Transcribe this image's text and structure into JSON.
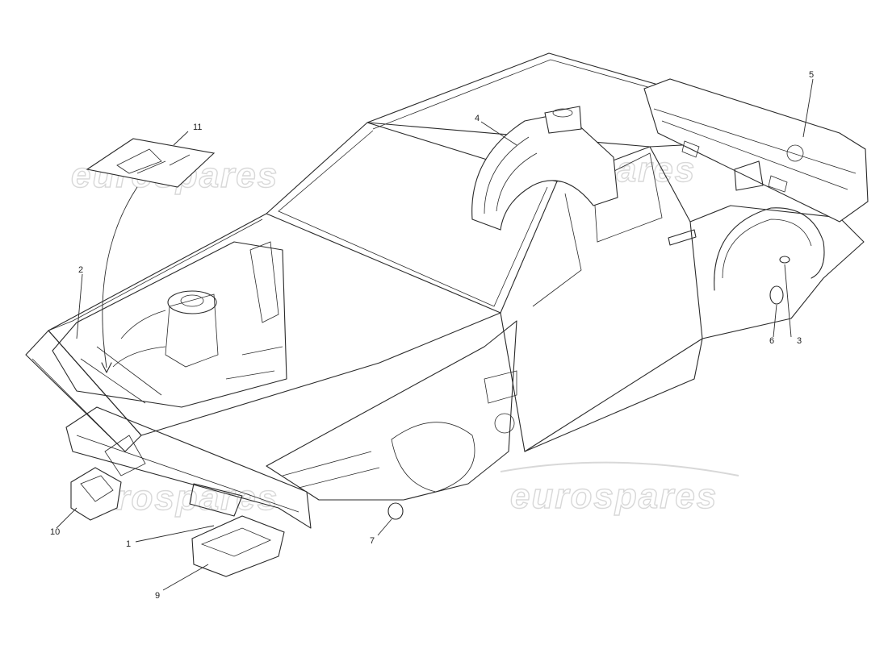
{
  "watermark": {
    "text": "eurospares",
    "color": "#d8d8d8"
  },
  "callouts": [
    {
      "id": "1",
      "label": "1"
    },
    {
      "id": "2",
      "label": "2"
    },
    {
      "id": "3",
      "label": "3"
    },
    {
      "id": "4",
      "label": "4"
    },
    {
      "id": "5",
      "label": "5"
    },
    {
      "id": "6",
      "label": "6"
    },
    {
      "id": "7",
      "label": "7"
    },
    {
      "id": "9",
      "label": "9"
    },
    {
      "id": "10",
      "label": "10"
    },
    {
      "id": "11",
      "label": "11"
    }
  ],
  "line_color": "#2a2a2a"
}
